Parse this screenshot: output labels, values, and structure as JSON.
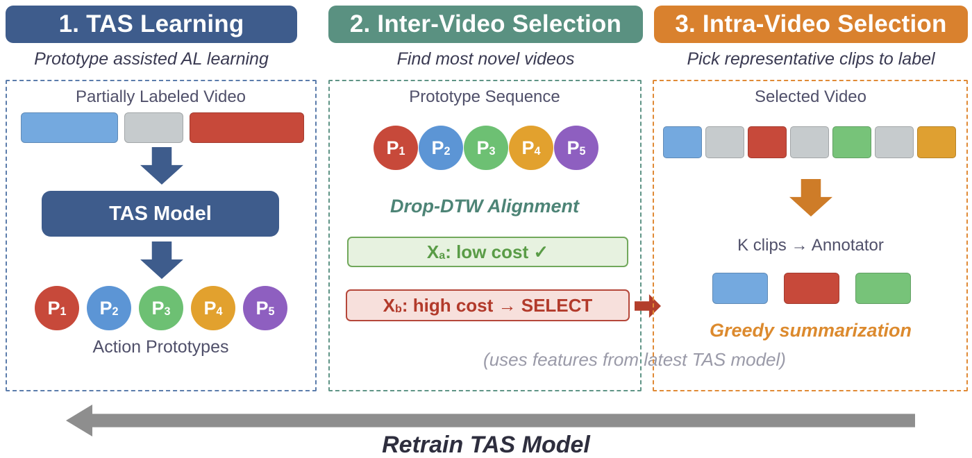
{
  "panels": [
    {
      "header": {
        "label": "1. TAS Learning",
        "bg": "#3E5C8C"
      },
      "subtitle": "Prototype assisted AL learning",
      "border_color": "#5B7CAB",
      "video": {
        "label": "Partially Labeled Video",
        "segments": [
          {
            "name": "labeled-segment-blue",
            "color": "#74A9DF"
          },
          {
            "name": "unlabeled-segment-gray",
            "color": "#C6CBCD"
          },
          {
            "name": "labeled-segment-red",
            "color": "#C7493A"
          }
        ]
      },
      "model": {
        "label": "TAS Model",
        "bg": "#3E5C8C",
        "arrow_color": "#3E5C8C"
      },
      "prototypes": {
        "items": [
          {
            "label": "P",
            "sub": "1",
            "color": "#C7493A"
          },
          {
            "label": "P",
            "sub": "2",
            "color": "#5C95D5"
          },
          {
            "label": "P",
            "sub": "3",
            "color": "#6DC073"
          },
          {
            "label": "P",
            "sub": "4",
            "color": "#E2A12E"
          },
          {
            "label": "P",
            "sub": "5",
            "color": "#8E5FC0"
          }
        ],
        "caption": "Action Prototypes"
      }
    },
    {
      "header": {
        "label": "2. Inter-Video Selection",
        "bg": "#5A9181"
      },
      "subtitle": "Find most novel videos",
      "border_color": "#5F9486",
      "sequence": {
        "label": "Prototype Sequence",
        "items": [
          {
            "label": "P",
            "sub": "1",
            "color": "#C7493A"
          },
          {
            "label": "P",
            "sub": "2",
            "color": "#5C95D5"
          },
          {
            "label": "P",
            "sub": "3",
            "color": "#6DC073"
          },
          {
            "label": "P",
            "sub": "4",
            "color": "#E2A12E"
          },
          {
            "label": "P",
            "sub": "5",
            "color": "#8E5FC0"
          }
        ]
      },
      "alignment_label": "Drop-DTW Alignment",
      "alignment_color": "#4D8476",
      "low_cost": {
        "x": "X",
        "sub": "a",
        "text": ": low cost ✓",
        "bg": "#E7F2E0",
        "border": "#71A85B",
        "color": "#5A9C47"
      },
      "high_cost": {
        "x": "X",
        "sub": "b",
        "text": ": high cost → SELECT",
        "bg": "#F7E0DC",
        "border": "#B5473A",
        "color": "#B23A2B"
      },
      "select_arrow_color": "#B33E2B",
      "note": "(uses features from latest TAS model)"
    },
    {
      "header": {
        "label": "3. Intra-Video Selection",
        "bg": "#D9812E"
      },
      "subtitle": "Pick representative clips to label",
      "border_color": "#E08A36",
      "video": {
        "label": "Selected Video",
        "segments": [
          {
            "name": "clip-blue",
            "color": "#74A9DF"
          },
          {
            "name": "clip-gray",
            "color": "#C6CBCD"
          },
          {
            "name": "clip-red",
            "color": "#C7493A"
          },
          {
            "name": "clip-gray",
            "color": "#C6CBCD"
          },
          {
            "name": "clip-green",
            "color": "#77C379"
          },
          {
            "name": "clip-gray",
            "color": "#C6CBCD"
          },
          {
            "name": "clip-orange",
            "color": "#DFA031"
          }
        ]
      },
      "arrow_color": "#CE7C28",
      "annotator_label": "K clips → Annotator",
      "clips": [
        {
          "name": "selected-clip-blue",
          "color": "#74A9DF"
        },
        {
          "name": "selected-clip-red",
          "color": "#C7493A"
        },
        {
          "name": "selected-clip-green",
          "color": "#77C379"
        }
      ],
      "caption": "Greedy summarization",
      "caption_color": "#DC8A2E"
    }
  ],
  "footer": {
    "label": "Retrain TAS Model",
    "arrow_color": "#8E8E8E"
  }
}
